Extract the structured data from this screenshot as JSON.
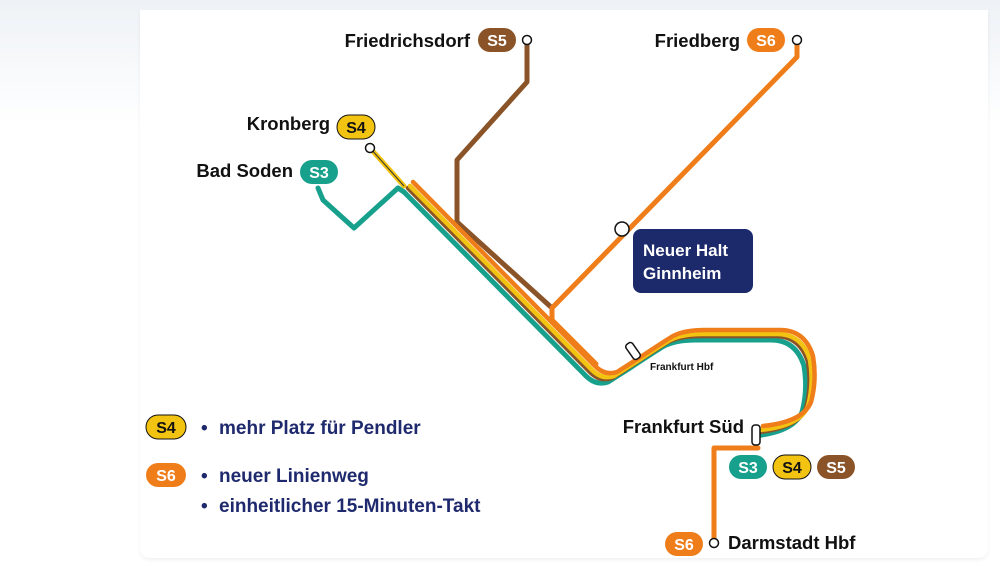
{
  "lines": {
    "S3": {
      "label": "S3",
      "color": "#17a08c",
      "text_color": "#ffffff"
    },
    "S4": {
      "label": "S4",
      "color": "#f3c312",
      "text_color": "#111111"
    },
    "S5": {
      "label": "S5",
      "color": "#8a5428",
      "text_color": "#ffffff"
    },
    "S6": {
      "label": "S6",
      "color": "#ef7e1a",
      "text_color": "#ffffff"
    }
  },
  "stations": {
    "friedrichsdorf": "Friedrichsdorf",
    "friedberg": "Friedberg",
    "kronberg": "Kronberg",
    "bad_soden": "Bad Soden",
    "frankfurt_hbf": "Frankfurt Hbf",
    "frankfurt_sued": "Frankfurt Süd",
    "darmstadt_hbf": "Darmstadt Hbf"
  },
  "callout": {
    "line1": "Neuer Halt",
    "line2": "Ginnheim",
    "color": "#1c2a6b"
  },
  "legend": {
    "s4_item": "mehr Platz für Pendler",
    "s6_items": [
      "neuer Linienweg",
      "einheitlicher 15-Minuten-Takt"
    ],
    "bullet": "•"
  }
}
